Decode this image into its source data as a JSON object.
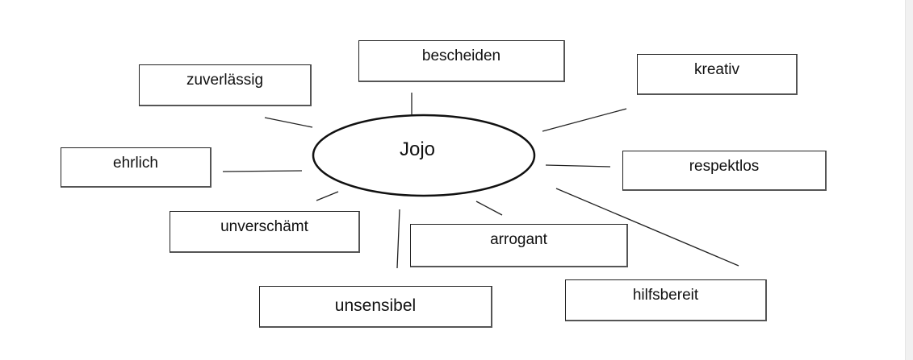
{
  "diagram": {
    "center": "Jojo",
    "traits": {
      "bescheiden": "bescheiden",
      "zuverlaessig": "zuverlässig",
      "kreativ": "kreativ",
      "ehrlich": "ehrlich",
      "respektlos": "respektlos",
      "unverschaemt": "unverschämt",
      "arrogant": "arrogant",
      "unsensibel": "unsensibel",
      "hilfsbereit": "hilfsbereit"
    }
  }
}
